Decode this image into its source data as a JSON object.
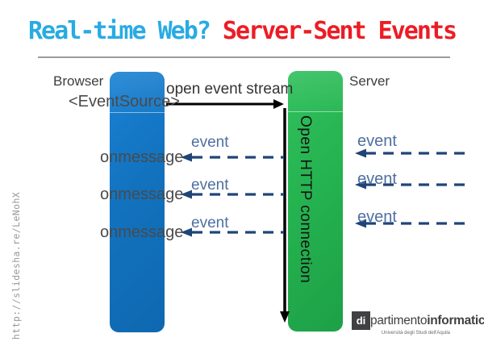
{
  "slide": {
    "title": {
      "blue": "Real-time Web? ",
      "red": "Server-Sent Events"
    },
    "browser": {
      "label": "Browser",
      "event_source": "<EventSource>"
    },
    "server": {
      "label": "Server",
      "connection_label": "Open HTTP connection"
    },
    "stream": {
      "label": "open event stream"
    },
    "rows": {
      "handlers": [
        "onmessage",
        "onmessage",
        "onmessage"
      ],
      "left_events": [
        "event",
        "event",
        "event"
      ],
      "right_events": [
        "event",
        "event",
        "event"
      ]
    },
    "footer": {
      "url": "http://slidesha.re/LeNohX",
      "logo": {
        "badge": "di",
        "name_regular": "partimento",
        "name_bold": "informatica",
        "subtitle": "Università degli Studi dell'Aquila"
      }
    },
    "colors": {
      "title_blue": "#29ABE2",
      "title_red": "#ED1C24",
      "browser_bar": "#1272BE",
      "server_bar": "#25B350",
      "event_text": "#4F6FA0",
      "arrow_dashed": "#1F4577",
      "arrow_solid": "#000000",
      "divider": "#9B9B9B"
    }
  }
}
